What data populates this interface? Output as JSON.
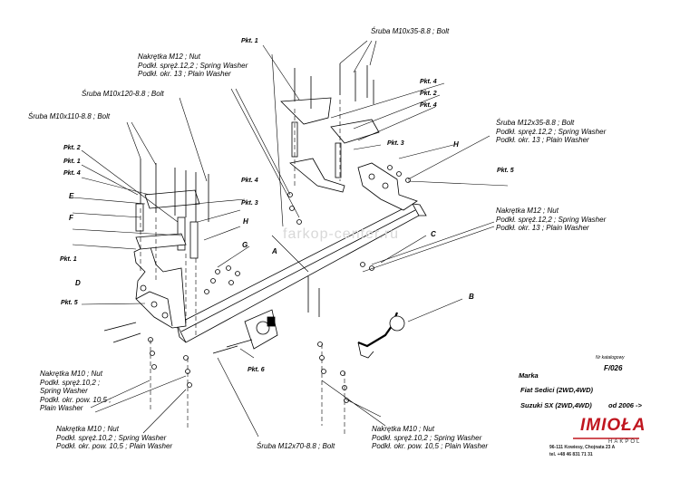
{
  "watermark": "farkop-center.ru",
  "callouts": {
    "bolt_m10x35": "Śruba M10x35-8.8 ; Bolt",
    "nut_m12_top": [
      "Nakrętka M12 ; Nut",
      "Podkł. spręż.12,2 ; Spring Washer",
      "Podkł. okr. 13 ; Plain Washer"
    ],
    "bolt_m10x120": "Śruba M10x120-8.8 ; Bolt",
    "bolt_m10x110": "Śruba M10x110-8.8 ; Bolt",
    "bolt_m12x35": [
      "Śruba M12x35-8.8 ; Bolt",
      "Podkł. spręż.12,2 ; Spring Washer",
      "Podkł. okr. 13 ; Plain Washer"
    ],
    "nut_m12_right": [
      "Nakrętka M12 ; Nut",
      "Podkł. spręż.12,2 ; Spring Washer",
      "Podkł. okr. 13 ; Plain Washer"
    ],
    "nut_m10_left": [
      "Nakrętka M10 ; Nut",
      "Podkł. spręż.10,2 ;",
      "Spring Washer",
      "Podkł. okr. pow. 10,5 ;",
      "Plain Washer"
    ],
    "nut_m10_bottom_left": [
      "Nakrętka M10 ; Nut",
      "Podkł. spręż.10,2 ; Spring Washer",
      "Podkł. okr. pow. 10,5 ; Plain Washer"
    ],
    "bolt_m12x70": "Śruba M12x70-8.8 ; Bolt",
    "nut_m10_bottom_right": [
      "Nakrętka M10 ; Nut",
      "Podkł. spręż.10,2 ; Spring Washer",
      "Podkł. okr. pow. 10,5 ; Plain Washer"
    ]
  },
  "part_labels": {
    "pkt1": "Pkt. 1",
    "pkt2": "Pkt. 2",
    "pkt3": "Pkt. 3",
    "pkt4": "Pkt. 4",
    "pkt5": "Pkt. 5",
    "pkt6": "Pkt. 6",
    "A": "A",
    "B": "B",
    "C": "C",
    "D": "D",
    "E": "E",
    "F": "F",
    "G": "G",
    "H": "H"
  },
  "info": {
    "catalog_label": "Nr katalogowy",
    "catalog_no": "F/026",
    "make_label": "Marka",
    "model1": "Fiat Sedici (2WD,4WD)",
    "model2": "Suzuki SX (2WD,4WD)",
    "since": "od 2006 ->"
  },
  "brand": {
    "name": "IMIOŁA",
    "sub": "HAKPOL",
    "addr1": "96-111 Kowiesy, Chojnata 23 A",
    "addr2": "tel. +48 46 831 71 31",
    "color": "#c0161f"
  }
}
